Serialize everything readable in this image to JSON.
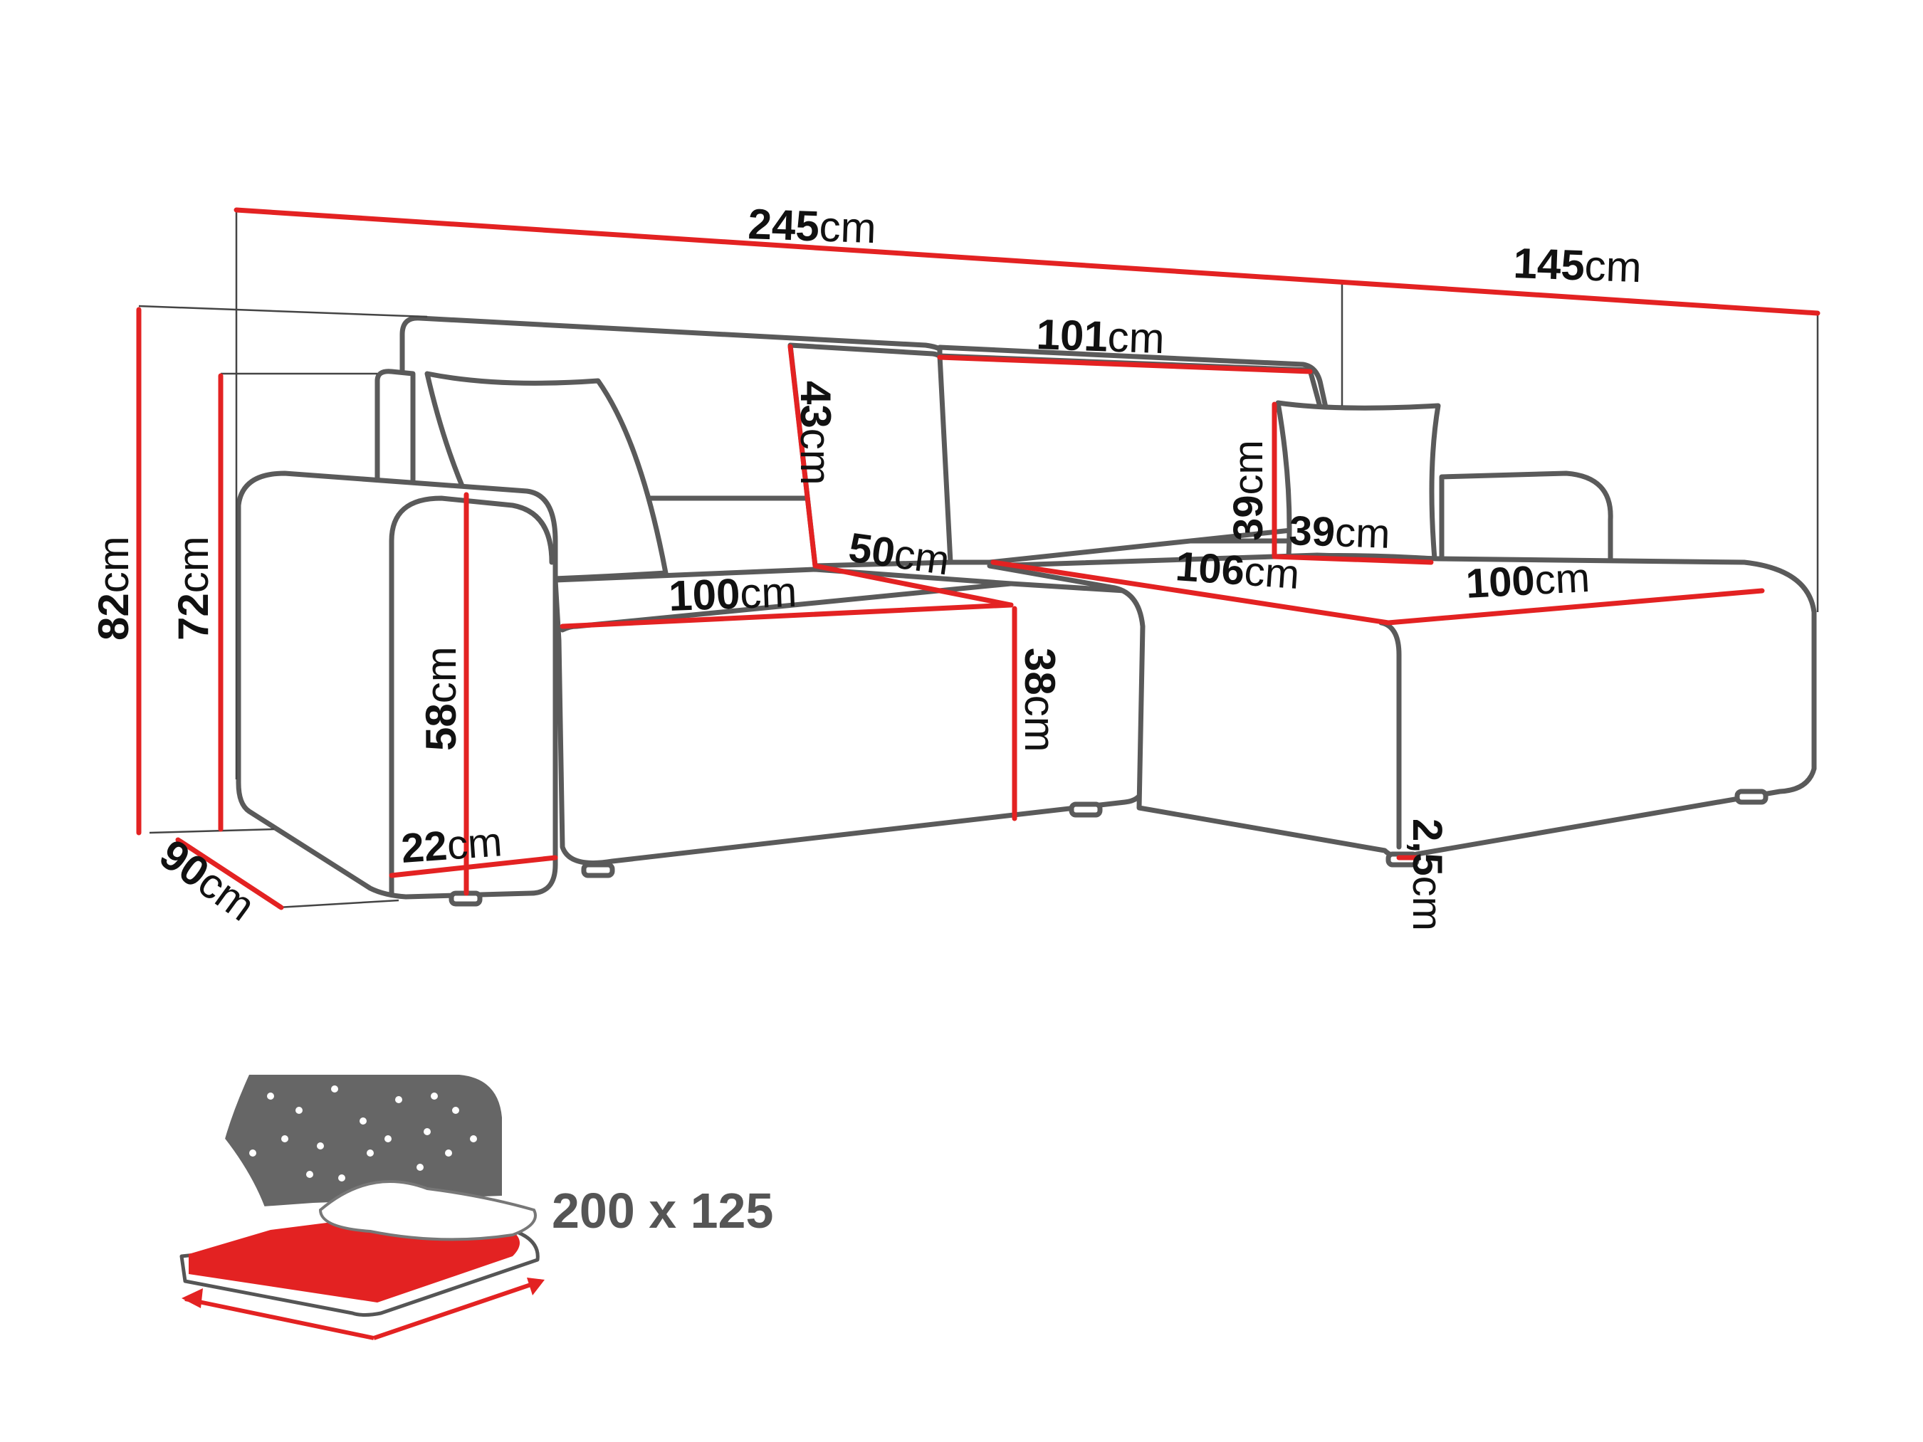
{
  "unit": "cm",
  "dimensions": {
    "total_width": "245",
    "chaise_width": "145",
    "back_section_length": "101",
    "total_height": "82",
    "back_height": "72",
    "depth": "90",
    "armrest_height": "58",
    "armrest_width": "22",
    "backrest_height": "43",
    "seat_depth": "50",
    "seat_width": "100",
    "seat_height": "38",
    "cushion_height": "39",
    "cushion_width": "39",
    "corner_length": "106",
    "chaise_seat_width": "100",
    "leg_height": "2,5"
  },
  "bed_size": "200 x 125",
  "colors": {
    "outline": "#5a5a5a",
    "dimension_line": "#e32222",
    "bed_surface": "#e32222",
    "night_panel": "#666666"
  }
}
